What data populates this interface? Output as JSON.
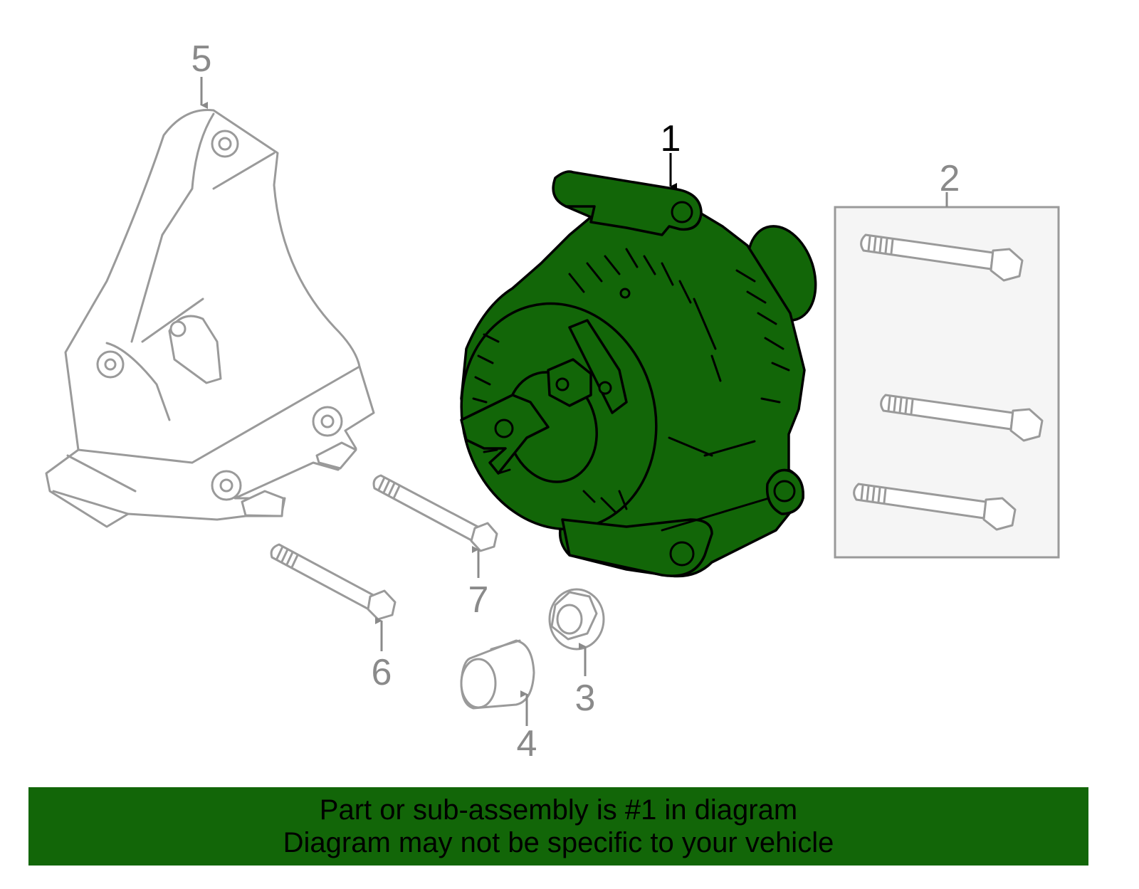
{
  "callouts": {
    "c1": "1",
    "c2": "2",
    "c3": "3",
    "c4": "4",
    "c5": "5",
    "c6": "6",
    "c7": "7"
  },
  "banner": {
    "line1": "Part or sub-assembly is #1 in diagram",
    "line2": "Diagram may not be specific to your vehicle"
  },
  "colors": {
    "highlight": "#126608",
    "ghost_lines": "#9a9a9a",
    "callout_inactive": "#8a8a8a"
  }
}
